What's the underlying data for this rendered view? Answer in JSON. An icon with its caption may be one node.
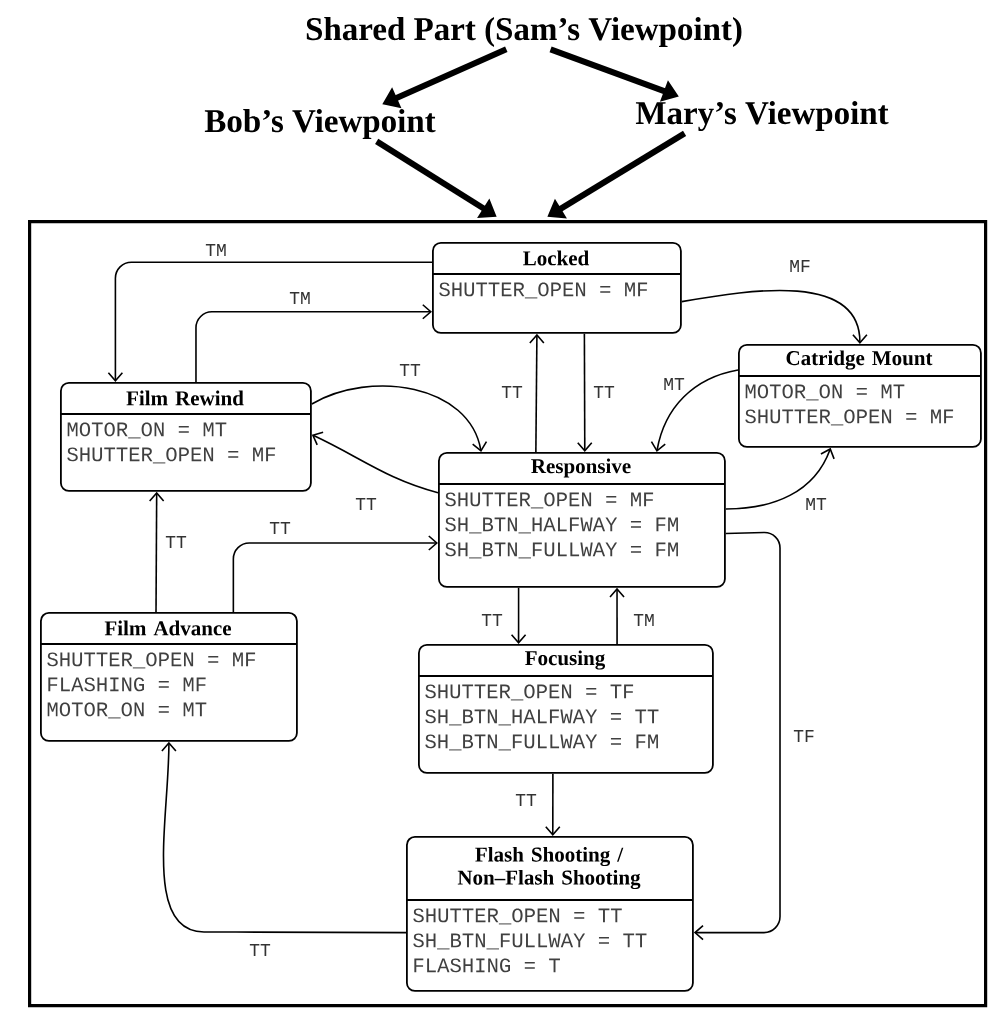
{
  "diagram": {
    "nodes": [
      {
        "text": [
          "Shared Part (Sam’s Viewpoint)"
        ]
      },
      {
        "text": [
          "Bob’s Viewpoint"
        ]
      },
      {
        "text": [
          "Mary’s Viewpoint"
        ]
      },
      {
        "text": [],
        "shape": "box"
      },
      {
        "text": [
          "Locked",
          "SHUTTER_OPEN = MF"
        ],
        "in": 3
      },
      {
        "text": [
          "Film Rewind",
          "MOTOR_ON = MT",
          "SHUTTER_OPEN = MF"
        ],
        "in": 3
      },
      {
        "text": [
          "Catridge Mount",
          "MOTOR_ON = MT",
          "SHUTTER_OPEN = MF"
        ],
        "in": 3
      },
      {
        "text": [
          "Responsive",
          "SHUTTER_OPEN = MF",
          "SH_BTN_HALFWAY = FM",
          "SH_BTN_FULLWAY = FM"
        ],
        "in": 3
      },
      {
        "text": [
          "Film Advance",
          "SHUTTER_OPEN = MF",
          "FLASHING = MF",
          "MOTOR_ON = MT"
        ],
        "in": 3
      },
      {
        "text": [
          "Focusing",
          "SHUTTER_OPEN = TF",
          "SH_BTN_HALFWAY = TT",
          "SH_BTN_FULLWAY = FM"
        ],
        "in": 3
      },
      {
        "text": [
          "Flash Shooting / Non–Flash Shooting",
          "SHUTTER_OPEN = TT",
          "SH_BTN_FULLWAY = TT",
          "FLASHING = T"
        ],
        "in": 3
      }
    ],
    "edges": [
      {
        "from": 0,
        "to": 1,
        "arrow": "to",
        "style": "thick"
      },
      {
        "from": 0,
        "to": 2,
        "arrow": "to",
        "style": "thick"
      },
      {
        "from": 1,
        "to": 3,
        "arrow": "to",
        "style": "thick"
      },
      {
        "from": 2,
        "to": 3,
        "arrow": "to",
        "style": "thick"
      },
      {
        "from": 4,
        "to": 5,
        "arrow": "to",
        "label": "TM"
      },
      {
        "from": 5,
        "to": 4,
        "arrow": "to",
        "label": "TM"
      },
      {
        "from": 4,
        "to": 6,
        "arrow": "to",
        "label": "MF"
      },
      {
        "from": 7,
        "to": 4,
        "arrow": "to",
        "label": "TT"
      },
      {
        "from": 4,
        "to": 7,
        "arrow": "to",
        "label": "TT"
      },
      {
        "from": 5,
        "to": 7,
        "arrow": "to",
        "label": "TT"
      },
      {
        "from": 7,
        "to": 5,
        "arrow": "to",
        "label": "TT"
      },
      {
        "from": 6,
        "to": 7,
        "arrow": "to",
        "label": "MT"
      },
      {
        "from": 7,
        "to": 6,
        "arrow": "to",
        "label": "MT"
      },
      {
        "from": 8,
        "to": 5,
        "arrow": "to",
        "label": "TT"
      },
      {
        "from": 8,
        "to": 7,
        "arrow": "to",
        "label": "TT"
      },
      {
        "from": 7,
        "to": 9,
        "arrow": "to",
        "label": "TT"
      },
      {
        "from": 9,
        "to": 7,
        "arrow": "to",
        "label": "TM"
      },
      {
        "from": 9,
        "to": 10,
        "arrow": "to",
        "label": "TT"
      },
      {
        "from": 7,
        "to": 10,
        "arrow": "to",
        "label": "TF"
      },
      {
        "from": 10,
        "to": 8,
        "arrow": "to",
        "label": "TT"
      }
    ]
  }
}
